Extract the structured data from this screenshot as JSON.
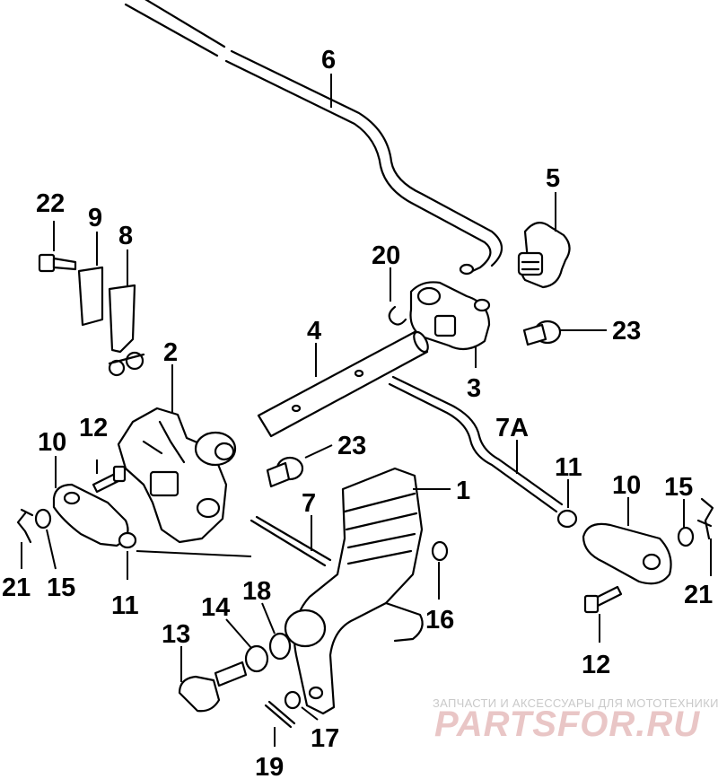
{
  "callouts": {
    "c1": "1",
    "c2": "2",
    "c3": "3",
    "c4": "4",
    "c5": "5",
    "c6": "6",
    "c7": "7",
    "c7a": "7A",
    "c8": "8",
    "c9": "9",
    "c10_left": "10",
    "c10_right": "10",
    "c11_left": "11",
    "c11_right": "11",
    "c12_left": "12",
    "c12_right": "12",
    "c13": "13",
    "c14": "14",
    "c15_left": "15",
    "c15_right": "15",
    "c16": "16",
    "c17": "17",
    "c18": "18",
    "c19": "19",
    "c20": "20",
    "c21_left": "21",
    "c21_right": "21",
    "c22": "22",
    "c23_top": "23",
    "c23_mid": "23"
  },
  "watermark": {
    "tagline": "ЗАПЧАСТИ И АКСЕССУАРЫ ДЛЯ МОТОТЕХНИКИ",
    "brand": "PARTSFOR.RU"
  }
}
